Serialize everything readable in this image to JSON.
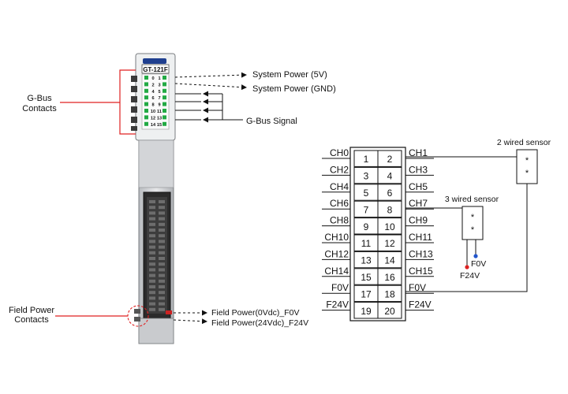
{
  "module": {
    "model": "GT-121F",
    "led_labels_left": [
      "0",
      "2",
      "4",
      "6",
      "8",
      "10",
      "12",
      "14"
    ],
    "led_labels_right": [
      "1",
      "3",
      "5",
      "7",
      "9",
      "11",
      "13",
      "15"
    ],
    "led_color": "#22aa44",
    "header_color": "#1f3f8f"
  },
  "callouts": {
    "gbus_contacts": [
      "G-Bus",
      "Contacts"
    ],
    "field_power_contacts": [
      "Field Power",
      "Contacts"
    ],
    "callout_color": "#e02020"
  },
  "signals": {
    "system_power_5v": "System Power (5V)",
    "system_power_gnd": "System Power (GND)",
    "gbus_signal": "G-Bus Signal",
    "field_power_0v": "Field Power(0Vdc)_F0V",
    "field_power_24v": "Field Power(24Vdc)_F24V"
  },
  "connector": {
    "rows": [
      {
        "left_label": "CH0",
        "pin_left": "1",
        "pin_right": "2",
        "right_label": "CH1"
      },
      {
        "left_label": "CH2",
        "pin_left": "3",
        "pin_right": "4",
        "right_label": "CH3"
      },
      {
        "left_label": "CH4",
        "pin_left": "5",
        "pin_right": "6",
        "right_label": "CH5"
      },
      {
        "left_label": "CH6",
        "pin_left": "7",
        "pin_right": "8",
        "right_label": "CH7"
      },
      {
        "left_label": "CH8",
        "pin_left": "9",
        "pin_right": "10",
        "right_label": "CH9"
      },
      {
        "left_label": "CH10",
        "pin_left": "11",
        "pin_right": "12",
        "right_label": "CH11"
      },
      {
        "left_label": "CH12",
        "pin_left": "13",
        "pin_right": "14",
        "right_label": "CH13"
      },
      {
        "left_label": "CH14",
        "pin_left": "15",
        "pin_right": "16",
        "right_label": "CH15"
      },
      {
        "left_label": "F0V",
        "pin_left": "17",
        "pin_right": "18",
        "right_label": "F0V"
      },
      {
        "left_label": "F24V",
        "pin_left": "19",
        "pin_right": "20",
        "right_label": "F24V"
      }
    ]
  },
  "sensors": {
    "two_wired": {
      "title": "2 wired sensor",
      "marks": [
        "*",
        "*"
      ]
    },
    "three_wired": {
      "title": "3 wired sensor",
      "marks": [
        "*",
        "*"
      ],
      "lead_f0v": "F0V",
      "lead_f24v": "F24V"
    },
    "f0v_color": "#2255cc",
    "f24v_color": "#dd2222"
  }
}
